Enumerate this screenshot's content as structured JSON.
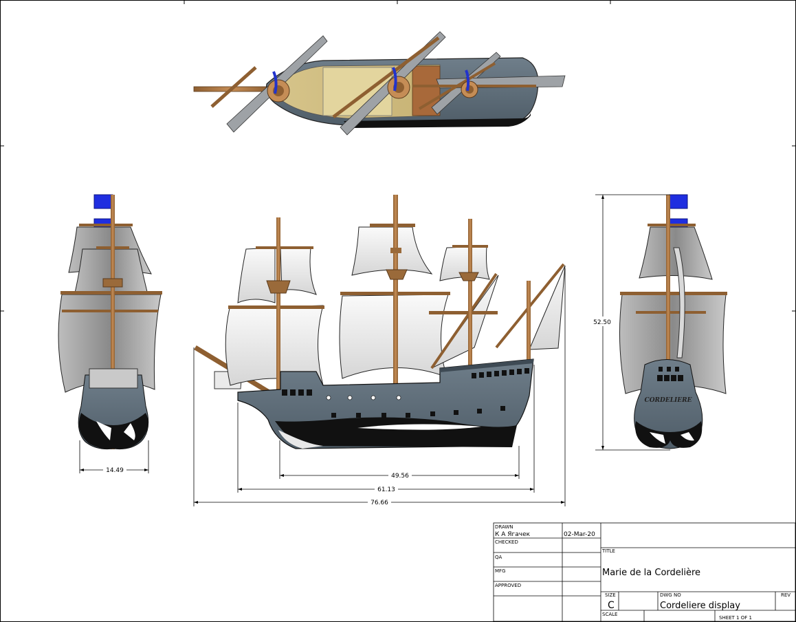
{
  "dimensions": {
    "beam": "14.49",
    "waterline_length": "49.56",
    "hull_length": "61.13",
    "overall_length": "76.66",
    "height": "52.50"
  },
  "stern_lettering": "CORDELIERE",
  "title_block": {
    "drawn_label": "DRAWN",
    "drawn_by": "К А Ягачек",
    "drawn_date": "02-Mar-20",
    "checked_label": "CHECKED",
    "qa_label": "QA",
    "mfg_label": "MFG",
    "approved_label": "APPROVED",
    "title_label": "TITLE",
    "title": "Marie de la Cordelière",
    "size_label": "SIZE",
    "size": "C",
    "dwg_no_label": "DWG NO",
    "dwg_no": "Cordeliere display",
    "rev_label": "REV",
    "scale_label": "SCALE",
    "sheet": "SHEET 1  OF 1"
  },
  "colors": {
    "hull": "#5d6c78",
    "wood": "#b07a45",
    "flag": "#1f2ee0",
    "sail_light": "#f2f2f2",
    "sail_dark": "#7d7d7d"
  }
}
